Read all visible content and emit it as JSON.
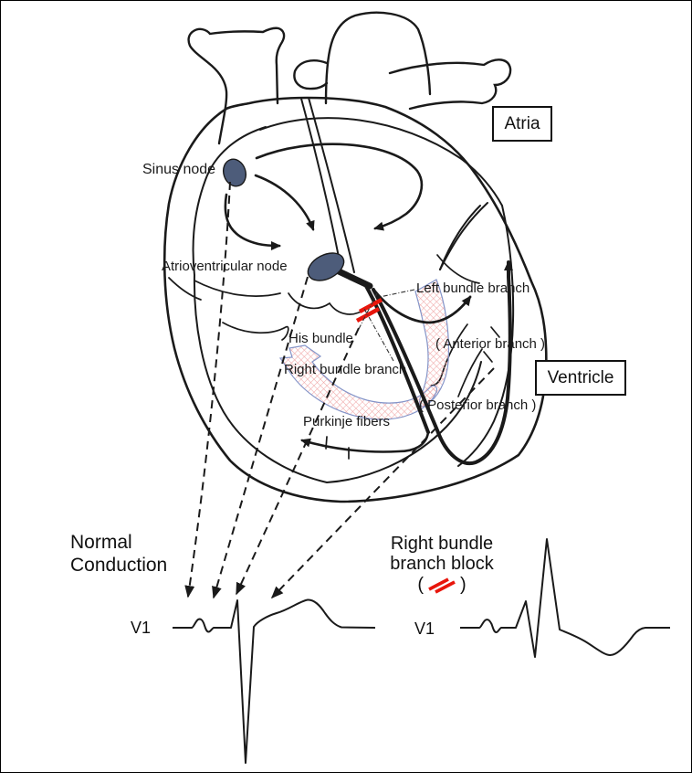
{
  "diagram": {
    "labels": {
      "sinus_node": "Sinus node",
      "av_node": "Atrioventricular node",
      "left_bundle": "Left bundle branch",
      "his_bundle": "His bundle",
      "anterior_branch": "( Anterior branch )",
      "right_bundle": "Right bundle branch",
      "posterior_branch": "( Posterior branch )",
      "purkinje": "Purkinje fibers",
      "atria_box": "Atria",
      "ventricle_box": "Ventricle"
    },
    "legend_left": {
      "line1": "Normal",
      "line2": "Conduction",
      "lead": "V1"
    },
    "legend_right": {
      "line1": "Right bundle",
      "line2": "branch block",
      "paren_open": "(",
      "paren_close": ")",
      "lead": "V1"
    },
    "colors": {
      "ink": "#1a1a1a",
      "node_fill": "#4d5c7a",
      "block_red": "#e8160c",
      "hatch_line": "#f0a8a8",
      "hatch_border": "#8494c8"
    }
  }
}
